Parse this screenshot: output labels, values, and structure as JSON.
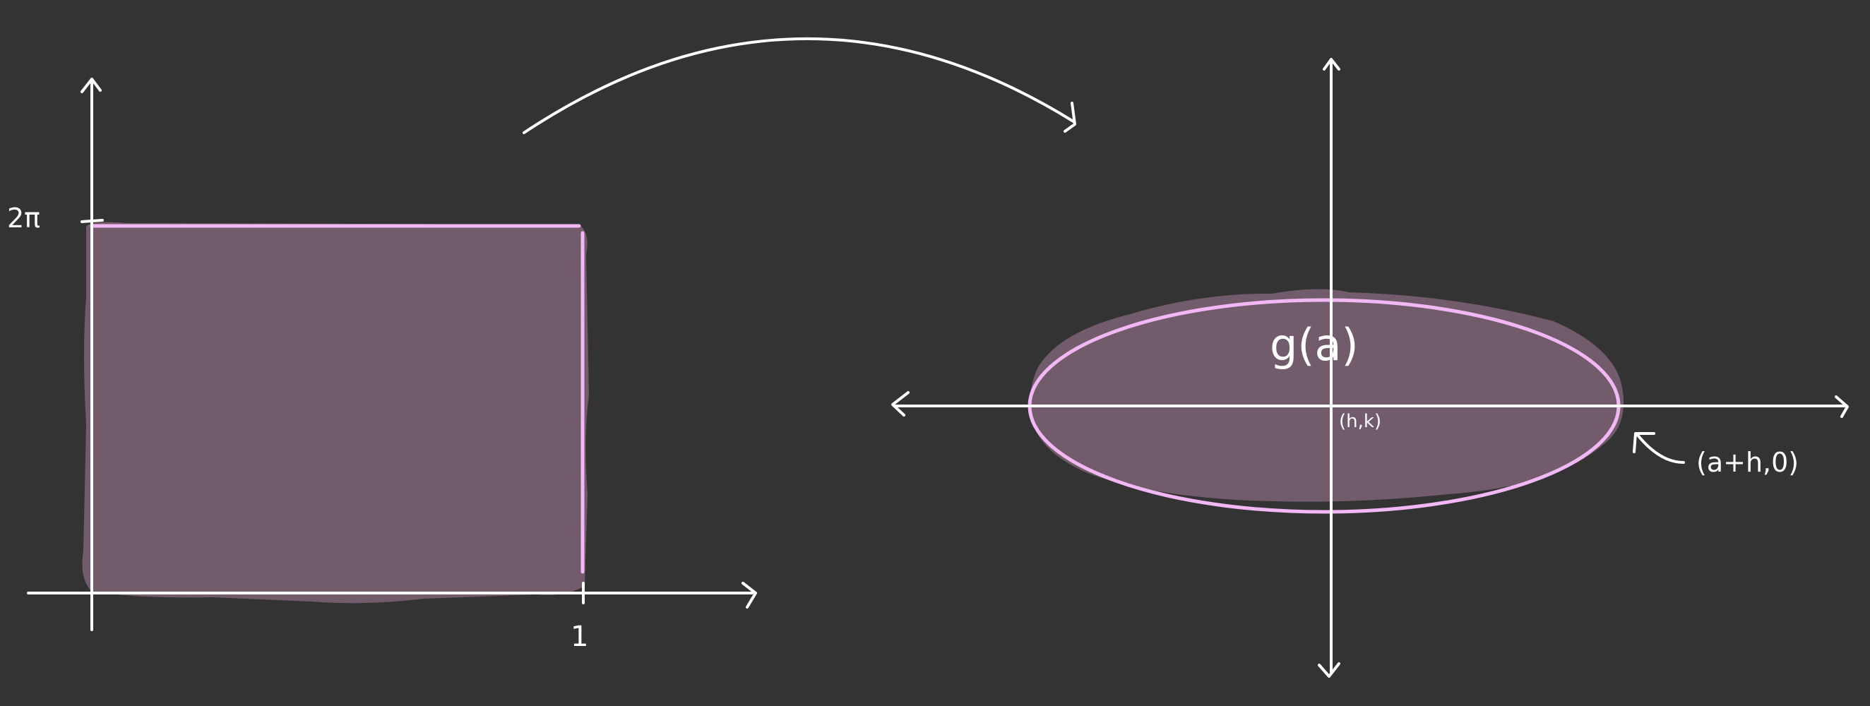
{
  "colors": {
    "background": "#333333",
    "ink": "#ffffff",
    "outline": "#f2b8f5",
    "fill": "#7a5c6e"
  },
  "left_plot": {
    "y_tick_label": "2π",
    "x_tick_label": "1"
  },
  "right_plot": {
    "region_label": "g(a)",
    "center_label": "(h,k)",
    "vertex_label": "(a+h,0)"
  },
  "mapping_arrow": {
    "icon": "curved-arrow-icon"
  }
}
